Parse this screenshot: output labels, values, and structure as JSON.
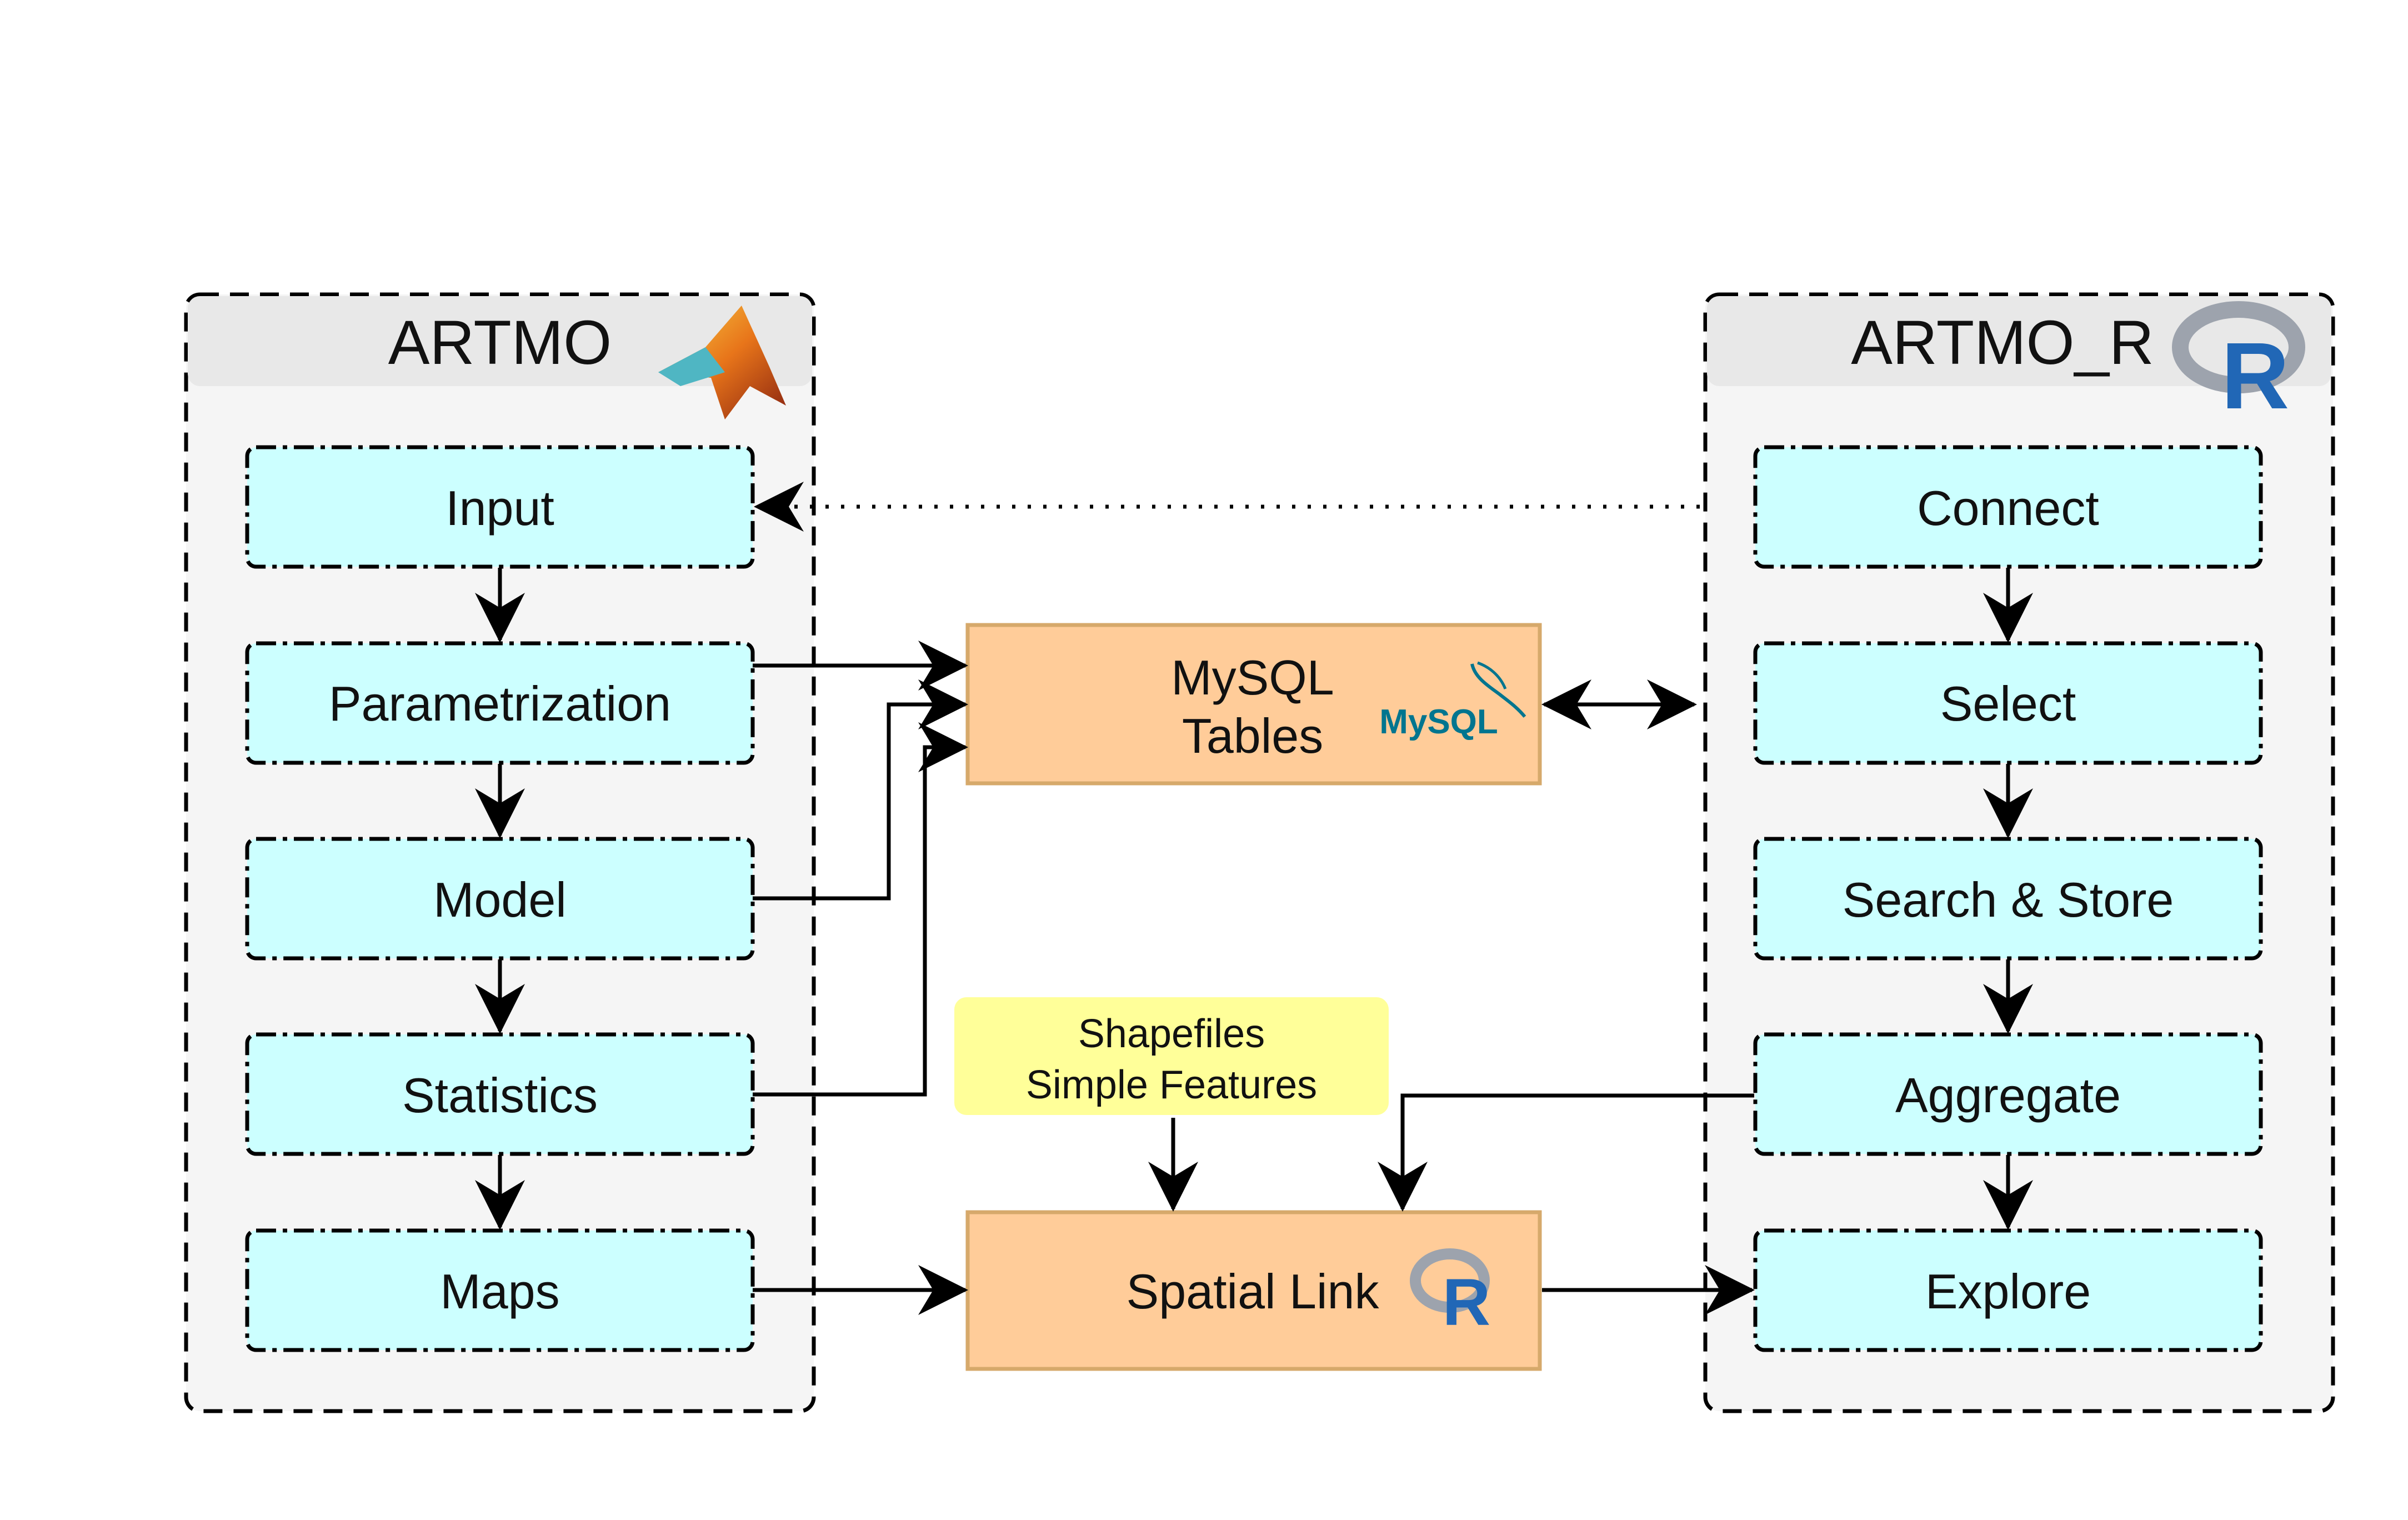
{
  "groups": {
    "artmo": {
      "title": "ARTMO",
      "icon": "matlab-logo-icon",
      "steps": [
        "Input",
        "Parametrization",
        "Model",
        "Statistics",
        "Maps"
      ]
    },
    "artmo_r": {
      "title": "ARTMO_R",
      "icon": "r-logo-icon",
      "steps": [
        "Connect",
        "Select",
        "Search & Store",
        "Aggregate",
        "Explore"
      ]
    }
  },
  "center": {
    "mysql": {
      "line1": "MySQL",
      "line2": "Tables",
      "logo_text": "MySQL",
      "icon": "mysql-logo-icon"
    },
    "shapefiles": {
      "line1": "Shapefiles",
      "line2": "Simple Features"
    },
    "spatial": {
      "label": "Spatial Link",
      "icon": "r-logo-icon"
    }
  },
  "colors": {
    "step_fill": "#ccffff",
    "group_fill": "#f5f5f5",
    "group_header": "#e8e8e8",
    "db_fill": "#ffcc99",
    "db_stroke": "#d6a96b",
    "note_fill": "#ffff99",
    "r_blue": "#2167b6",
    "r_grey": "#9da3ad",
    "mysql_blue": "#00758f",
    "mysql_orange": "#e48e00"
  }
}
